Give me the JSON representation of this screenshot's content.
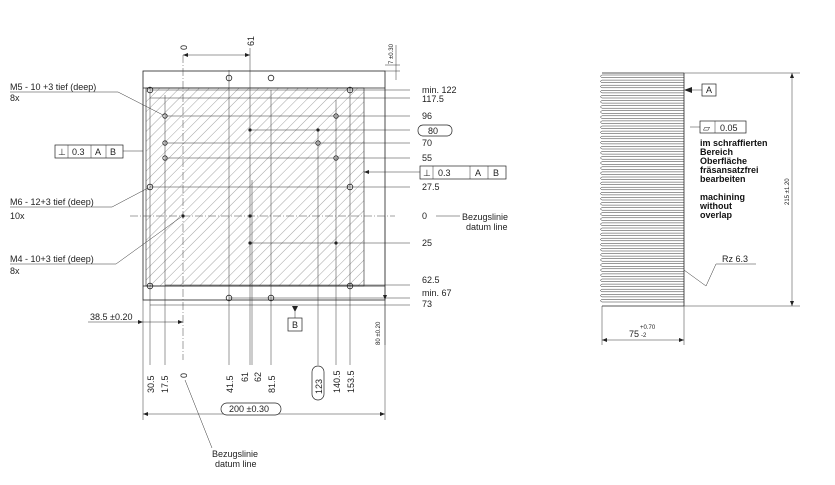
{
  "front_view": {
    "threads": [
      {
        "label": "M5 - 10 +3 tief (deep)",
        "count": "8x"
      },
      {
        "label": "M6 - 12+3 tief (deep)",
        "count": "10x"
      },
      {
        "label": "M4 - 10+3 tief (deep)",
        "count": "8x"
      }
    ],
    "top_dims": [
      "0",
      "61"
    ],
    "top_tol": "7 ±0.30",
    "right_dims": [
      "min. 122",
      "117.5",
      "96",
      "80",
      "70",
      "55",
      "27.5",
      "0",
      "25",
      "62.5",
      "min. 67",
      "73"
    ],
    "datum_right": [
      "Bezugslinie",
      "datum line"
    ],
    "datum_bottom": [
      "Bezugslinie",
      "datum line"
    ],
    "bottom_dims": [
      "30.5",
      "17.5",
      "0",
      "41.5",
      "61",
      "62",
      "81.5",
      "123",
      "140.5",
      "153.5"
    ],
    "width_dim": "200 ±0.30",
    "left_dim": "38.5 ±0.20",
    "height_dim": "80 ±0.20",
    "datum_B": "B",
    "tolerance_frames": [
      {
        "symbol": "⊥",
        "value": "0.3",
        "ref1": "A",
        "ref2": "B"
      },
      {
        "symbol": "⊥",
        "value": "0.3",
        "ref1": "A",
        "ref2": "B"
      }
    ]
  },
  "side_view": {
    "datum_A": "A",
    "flatness": {
      "symbol": "▱",
      "value": "0.05"
    },
    "note_de": [
      "im schraffierten",
      "Bereich",
      "Oberfläche",
      "fräsansatzfrei",
      "bearbeiten"
    ],
    "note_en": [
      "machining",
      "without",
      "overlap"
    ],
    "roughness": "Rz 6.3",
    "height_dim": "215 ±1.20",
    "width_dim": "75",
    "width_tol_up": "+0.70",
    "width_tol_low": "-2"
  }
}
